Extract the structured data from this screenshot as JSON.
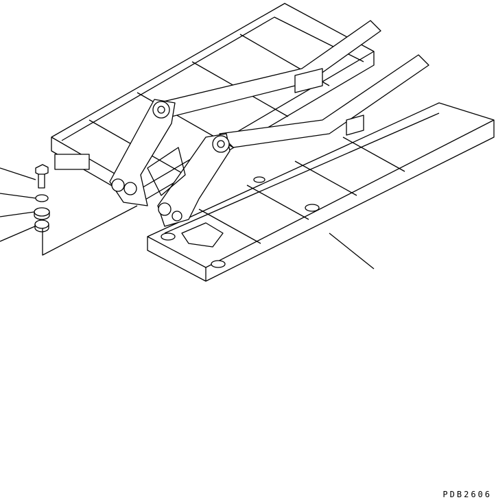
{
  "drawing": {
    "code": "PDB2606",
    "parts": [
      "bolt",
      "washer",
      "plate",
      "cap"
    ],
    "line_color": "#000000",
    "background": "#ffffff"
  }
}
